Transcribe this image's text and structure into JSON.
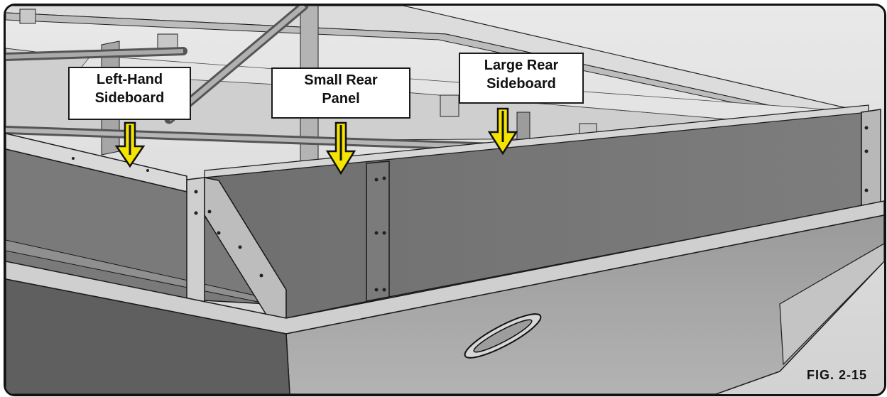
{
  "callouts": {
    "left_hand_sideboard": {
      "line1": "Left-Hand",
      "line2": "Sideboard"
    },
    "small_rear_panel": {
      "line1": "Small Rear",
      "line2": "Panel"
    },
    "large_rear_sideboard": {
      "line1": "Large Rear",
      "line2": "Sideboard"
    }
  },
  "figure_label": "FIG. 2-15",
  "colors": {
    "arrow_fill": "#f5e400",
    "arrow_stroke": "#111111",
    "panel_dark": "#6a6a6a",
    "panel_mid": "#8d8d8d",
    "panel_light": "#b9b9b9",
    "frame_line": "#1b1b1b"
  }
}
